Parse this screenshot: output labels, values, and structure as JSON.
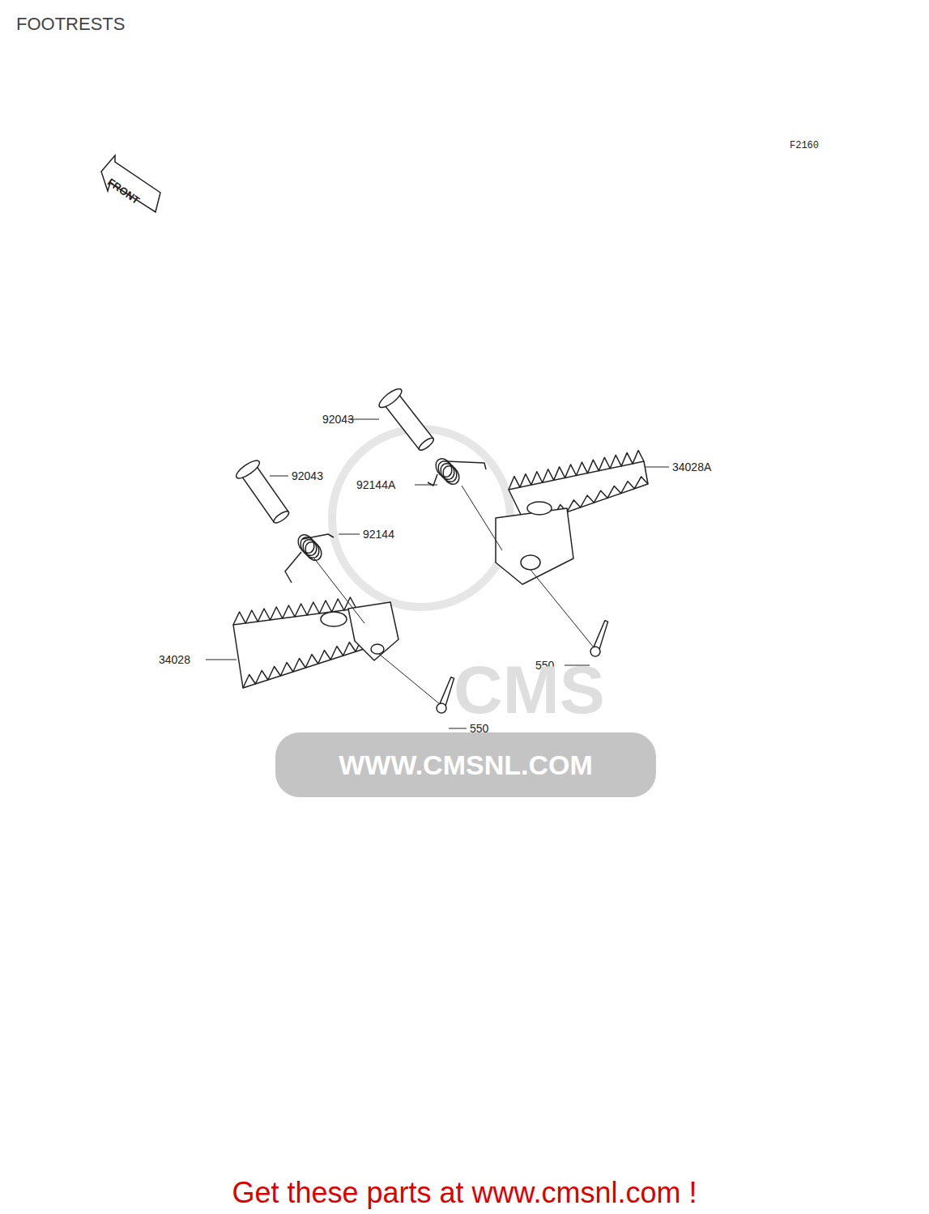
{
  "diagram": {
    "title": "FOOTRESTS",
    "labels": [
      "F2160",
      "FRONT",
      "92043",
      "92043",
      "92144A",
      "34028A",
      "92144",
      "34028",
      "550",
      "550",
      "CMS",
      "WWW.CMSNL.COM",
      "Get these parts at www.cmsnl.com !"
    ]
  }
}
